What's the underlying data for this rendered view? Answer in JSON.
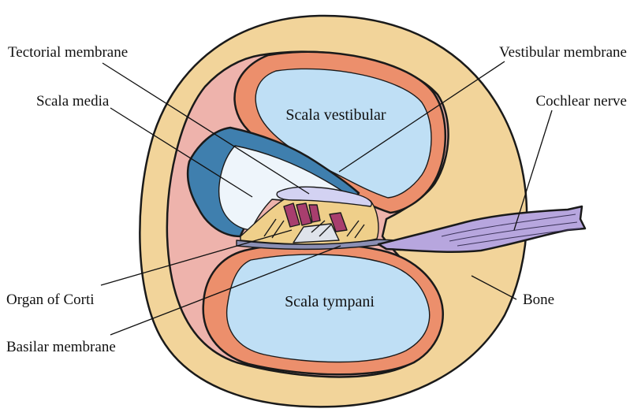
{
  "labels": {
    "tectorial_membrane": "Tectorial membrane",
    "scala_media": "Scala media",
    "organ_of_corti": "Organ of Corti",
    "basilar_membrane": "Basilar membrane",
    "vestibular_membrane": "Vestibular membrane",
    "cochlear_nerve": "Cochlear nerve",
    "bone": "Bone",
    "scala_vestibular": "Scala vestibular",
    "scala_tympani": "Scala tympani"
  },
  "colors": {
    "bone": "#f2d49a",
    "pink_tissue": "#eeb3ac",
    "orange_wall": "#ec8f6c",
    "fluid_blue": "#bfdff5",
    "scala_media_dark_blue": "#3f7fae",
    "scala_media_light": "#eef5fb",
    "tectorial": "#d3d2f2",
    "hair_cells": "#a83e6e",
    "nerve_purple": "#b7a6de",
    "corti_yellow": "#efcf8a"
  }
}
